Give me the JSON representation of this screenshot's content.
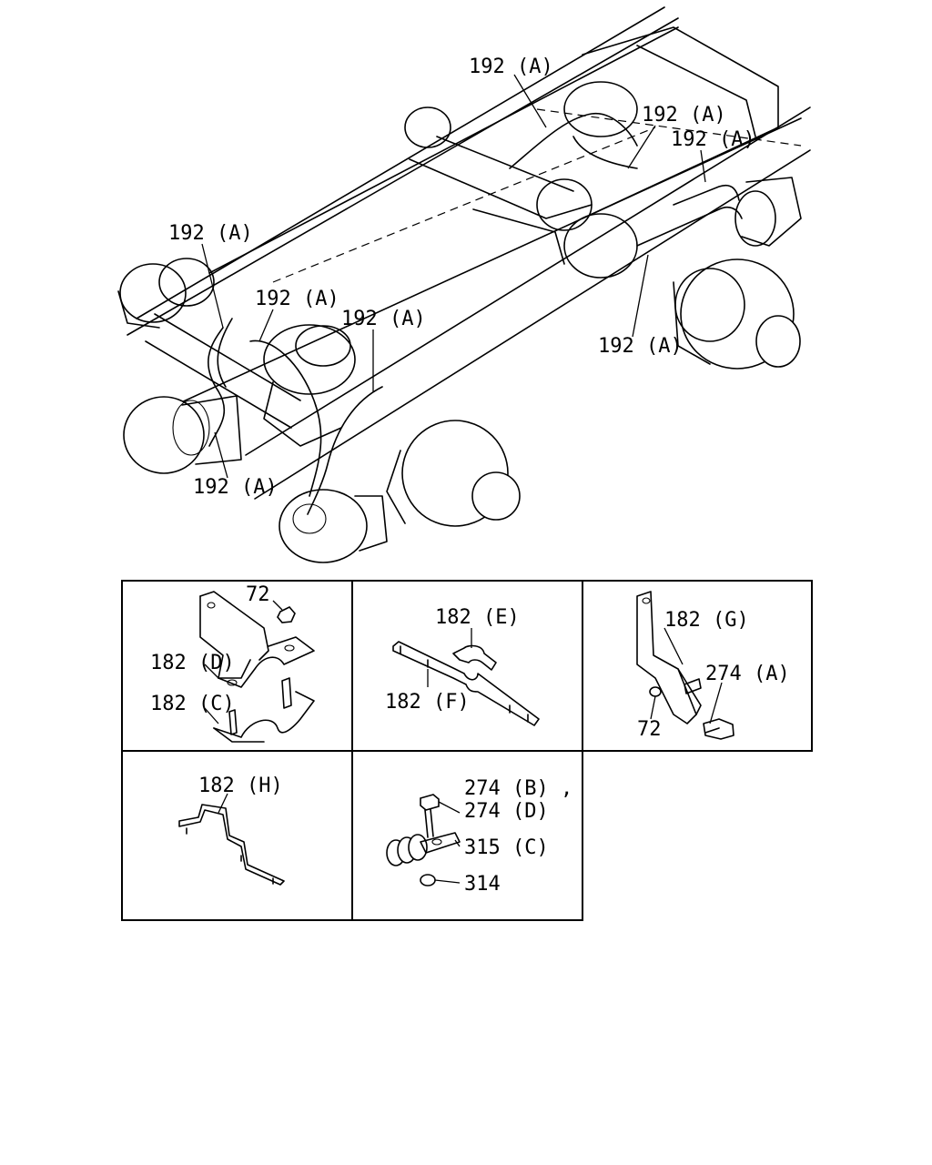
{
  "diagram": {
    "overview_callouts": [
      {
        "id": "c1",
        "text": "192 (A)"
      },
      {
        "id": "c2",
        "text": "192 (A)"
      },
      {
        "id": "c3",
        "text": "192 (A)"
      },
      {
        "id": "c4",
        "text": "192 (A)"
      },
      {
        "id": "c5",
        "text": "192 (A)"
      },
      {
        "id": "c6",
        "text": "192 (A)"
      },
      {
        "id": "c7",
        "text": "192 (A)"
      },
      {
        "id": "c8",
        "text": "192 (A)"
      }
    ],
    "detail_panels": [
      {
        "id": "panel-1",
        "labels": [
          "72",
          "182 (D)",
          "182 (C)"
        ]
      },
      {
        "id": "panel-2",
        "labels": [
          "182 (E)",
          "182 (F)"
        ]
      },
      {
        "id": "panel-3",
        "labels": [
          "182 (G)",
          "274 (A)",
          "72"
        ]
      },
      {
        "id": "panel-4",
        "labels": [
          "182 (H)"
        ]
      },
      {
        "id": "panel-5",
        "labels": [
          "274 (B) ,",
          "274 (D)",
          "315 (C)",
          "314"
        ]
      }
    ]
  }
}
